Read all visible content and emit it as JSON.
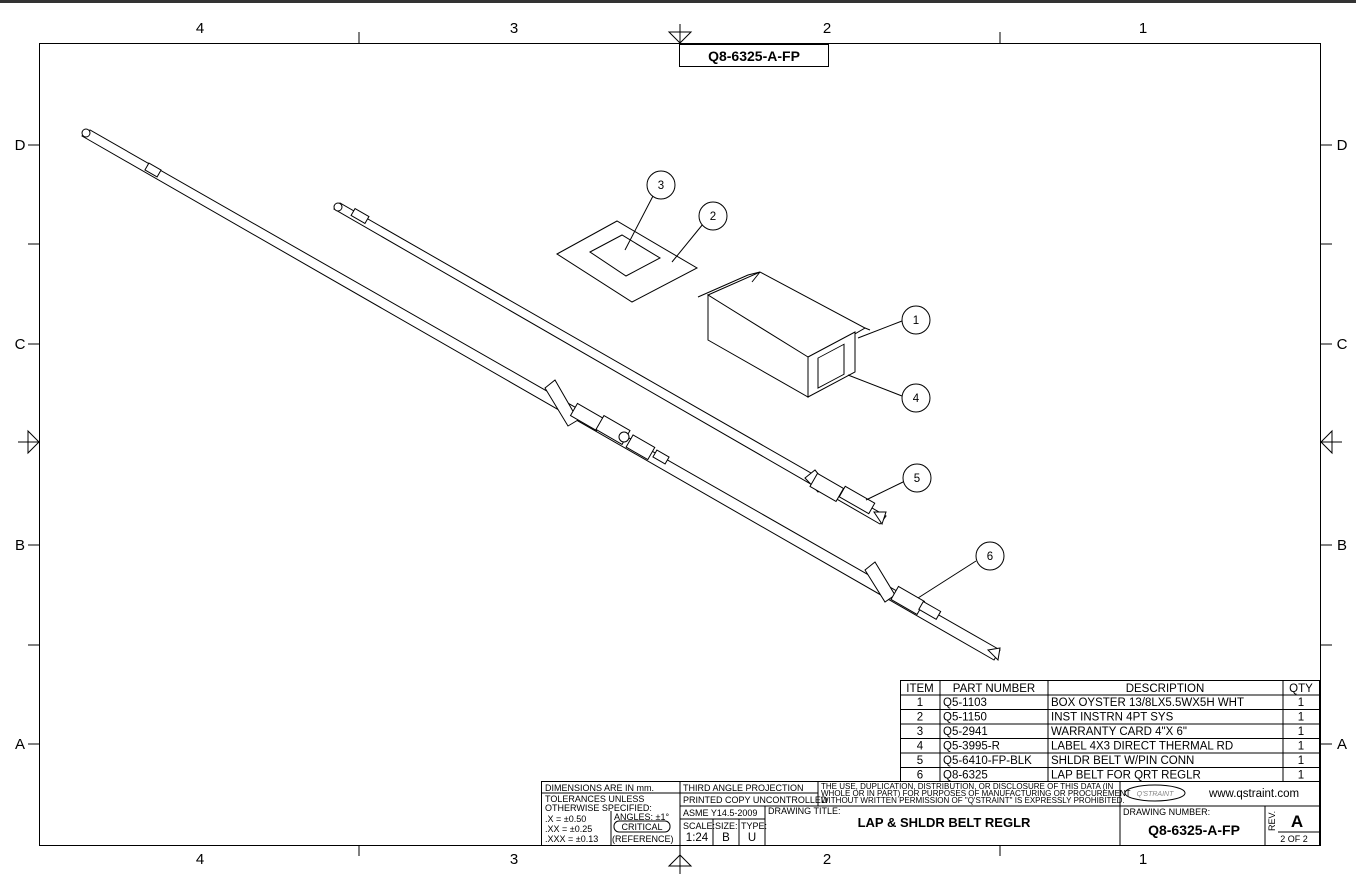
{
  "sheet_label": "Q8-6325-A-FP",
  "zones": {
    "columns": [
      "4",
      "3",
      "2",
      "1"
    ],
    "rows": [
      "D",
      "C",
      "B",
      "A"
    ]
  },
  "balloons": [
    "1",
    "2",
    "3",
    "4",
    "5",
    "6"
  ],
  "bom": {
    "headers": [
      "ITEM",
      "PART NUMBER",
      "DESCRIPTION",
      "QTY"
    ],
    "rows": [
      {
        "item": "1",
        "part": "Q5-1103",
        "desc": "BOX OYSTER 13/8LX5.5WX5H WHT",
        "qty": "1"
      },
      {
        "item": "2",
        "part": "Q5-1150",
        "desc": "INST INSTRN 4PT SYS",
        "qty": "1"
      },
      {
        "item": "3",
        "part": "Q5-2941",
        "desc": "WARRANTY CARD 4\"X 6\"",
        "qty": "1"
      },
      {
        "item": "4",
        "part": "Q5-3995-R",
        "desc": "LABEL 4X3 DIRECT THERMAL RD",
        "qty": "1"
      },
      {
        "item": "5",
        "part": "Q5-6410-FP-BLK",
        "desc": "SHLDR BELT W/PIN CONN",
        "qty": "1"
      },
      {
        "item": "6",
        "part": "Q8-6325",
        "desc": "LAP BELT FOR QRT REGLR",
        "qty": "1"
      }
    ]
  },
  "title_block": {
    "dims": "DIMENSIONS ARE IN mm.",
    "tol1": "TOLERANCES UNLESS",
    "tol2": "OTHERWISE SPECIFIED:",
    "x1": ".X     = ±0.50",
    "x2": ".XX    = ±0.25",
    "x3": ".XXX = ±0.13",
    "angles": "ANGLES: ±1°",
    "critical": "CRITICAL",
    "reference": "(REFERENCE)",
    "projection": "THIRD ANGLE PROJECTION",
    "printed": "PRINTED COPY UNCONTROLLED",
    "asme": "ASME Y14.5-2009",
    "scale_label": "SCALE:",
    "scale": "1:24",
    "size_label": "SIZE:",
    "size": "B",
    "type_label": "TYPE:",
    "type": "U",
    "notice1": "THE USE, DUPLICATION, DISTRIBUTION, OR DISCLOSURE OF THIS DATA (IN",
    "notice2": "WHOLE OR IN PART) FOR PURPOSES OF MANUFACTURING OR PROCUREMENT",
    "notice3": "WITHOUT WRITTEN PERMISSION OF \"Q'STRAINT\" IS EXPRESSLY PROHIBITED.",
    "logo": "Q'STRAINT",
    "url": "www.qstraint.com",
    "drawing_title_label": "DRAWING TITLE:",
    "drawing_title": "LAP & SHLDR BELT REGLR",
    "drawing_number_label": "DRAWING NUMBER:",
    "drawing_number": "Q8-6325-A-FP",
    "rev_label": "REV.",
    "rev": "A",
    "sheet": "2 OF 2"
  }
}
